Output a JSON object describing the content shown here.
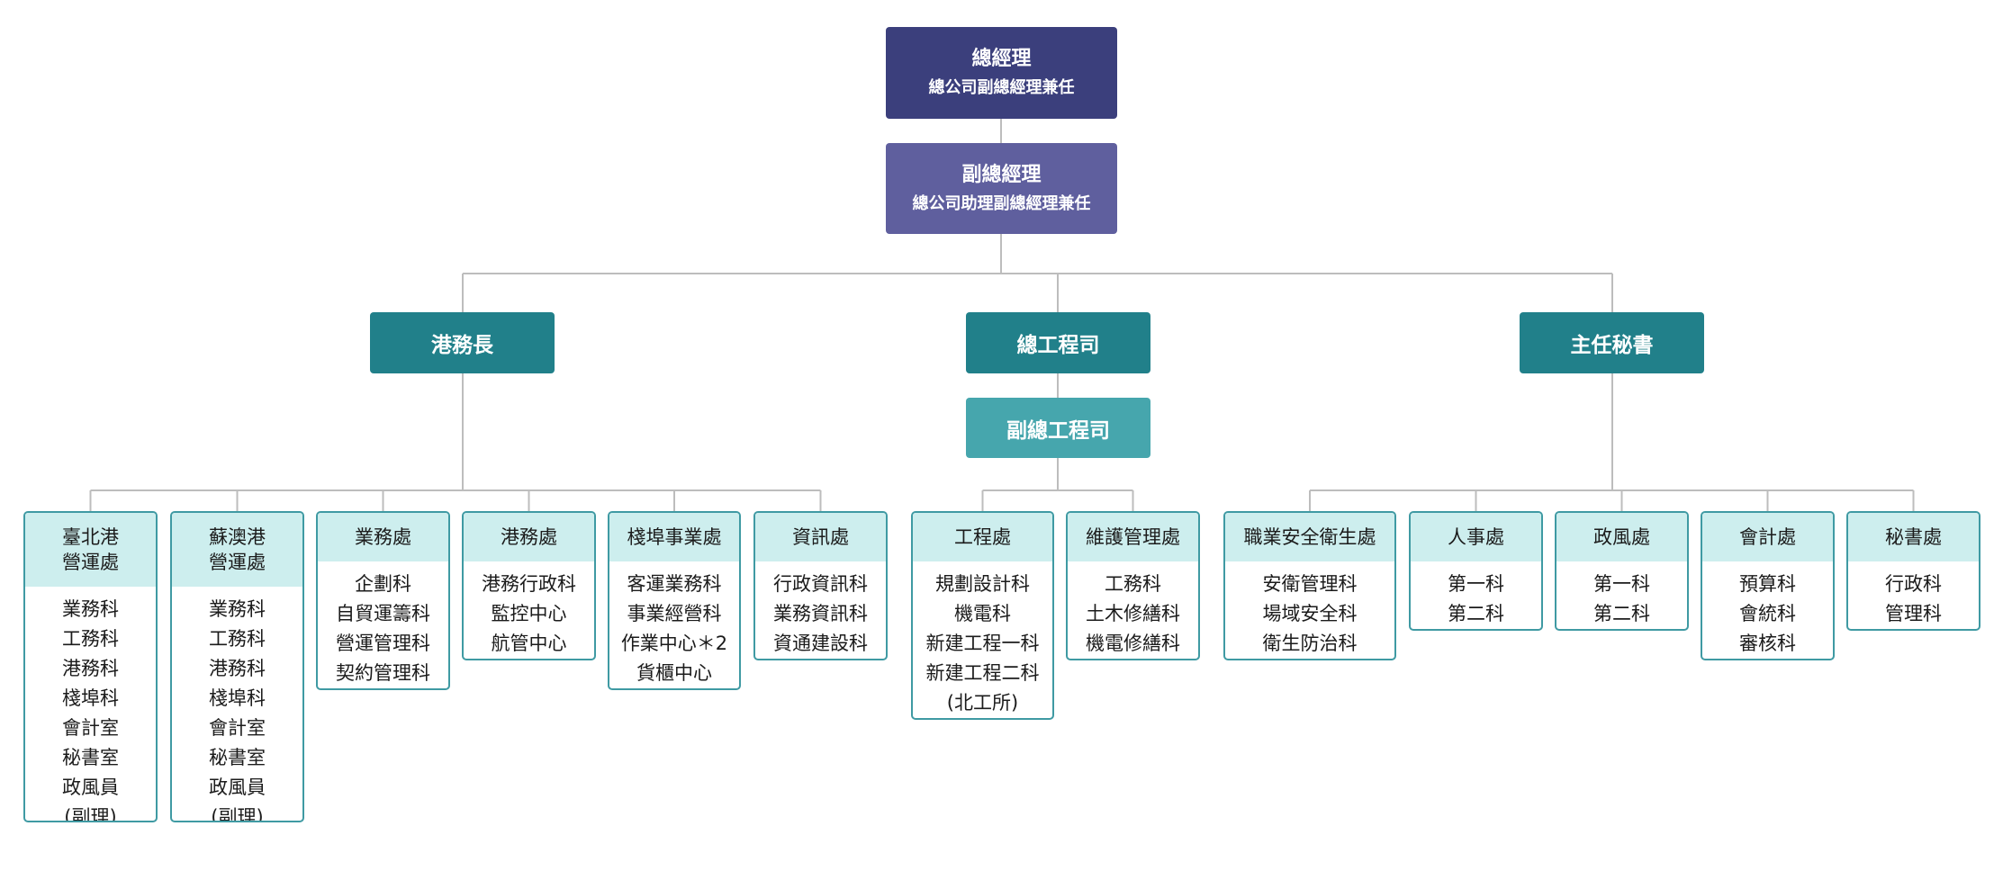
{
  "general_manager": {
    "title": "總經理",
    "subtitle": "總公司副總經理兼任"
  },
  "deputy_general_manager": {
    "title": "副總經理",
    "subtitle": "總公司助理副總經理兼任"
  },
  "harbor_master": {
    "title": "港務長"
  },
  "chief_engineer": {
    "title": "總工程司"
  },
  "deputy_chief_engineer": {
    "title": "副總工程司"
  },
  "chief_secretary": {
    "title": "主任秘書"
  },
  "departments": [
    {
      "name": "臺北港\n營運處",
      "items": [
        "業務科",
        "工務科",
        "港務科",
        "棧埠科",
        "會計室",
        "秘書室",
        "政風員",
        "(副理)"
      ]
    },
    {
      "name": "蘇澳港\n營運處",
      "items": [
        "業務科",
        "工務科",
        "港務科",
        "棧埠科",
        "會計室",
        "秘書室",
        "政風員",
        "(副理)"
      ]
    },
    {
      "name": "業務處",
      "items": [
        "企劃科",
        "自貿運籌科",
        "營運管理科",
        "契約管理科"
      ]
    },
    {
      "name": "港務處",
      "items": [
        "港務行政科",
        "監控中心",
        "航管中心"
      ]
    },
    {
      "name": "棧埠事業處",
      "items": [
        "客運業務科",
        "事業經營科",
        "作業中心＊2",
        "貨櫃中心"
      ]
    },
    {
      "name": "資訊處",
      "items": [
        "行政資訊科",
        "業務資訊科",
        "資通建設科"
      ]
    },
    {
      "name": "工程處",
      "items": [
        "規劃設計科",
        "機電科",
        "新建工程一科",
        "新建工程二科",
        "(北工所)"
      ]
    },
    {
      "name": "維護管理處",
      "items": [
        "工務科",
        "土木修繕科",
        "機電修繕科"
      ]
    },
    {
      "name": "職業安全衛生處",
      "items": [
        "安衛管理科",
        "場域安全科",
        "衛生防治科"
      ]
    },
    {
      "name": "人事處",
      "items": [
        "第一科",
        "第二科"
      ]
    },
    {
      "name": "政風處",
      "items": [
        "第一科",
        "第二科"
      ]
    },
    {
      "name": "會計處",
      "items": [
        "預算科",
        "會統科",
        "審核科"
      ]
    },
    {
      "name": "秘書處",
      "items": [
        "行政科",
        "管理科"
      ]
    }
  ],
  "colors": {
    "general_manager": "#3b3f7c",
    "deputy_general_manager": "#5f5f9e",
    "division_head": "#21808a",
    "deputy_chief_engineer": "#46a6ad",
    "department_header": "#cdeeee",
    "department_border": "#3f9aa3",
    "connector": "#bdbdbd"
  }
}
